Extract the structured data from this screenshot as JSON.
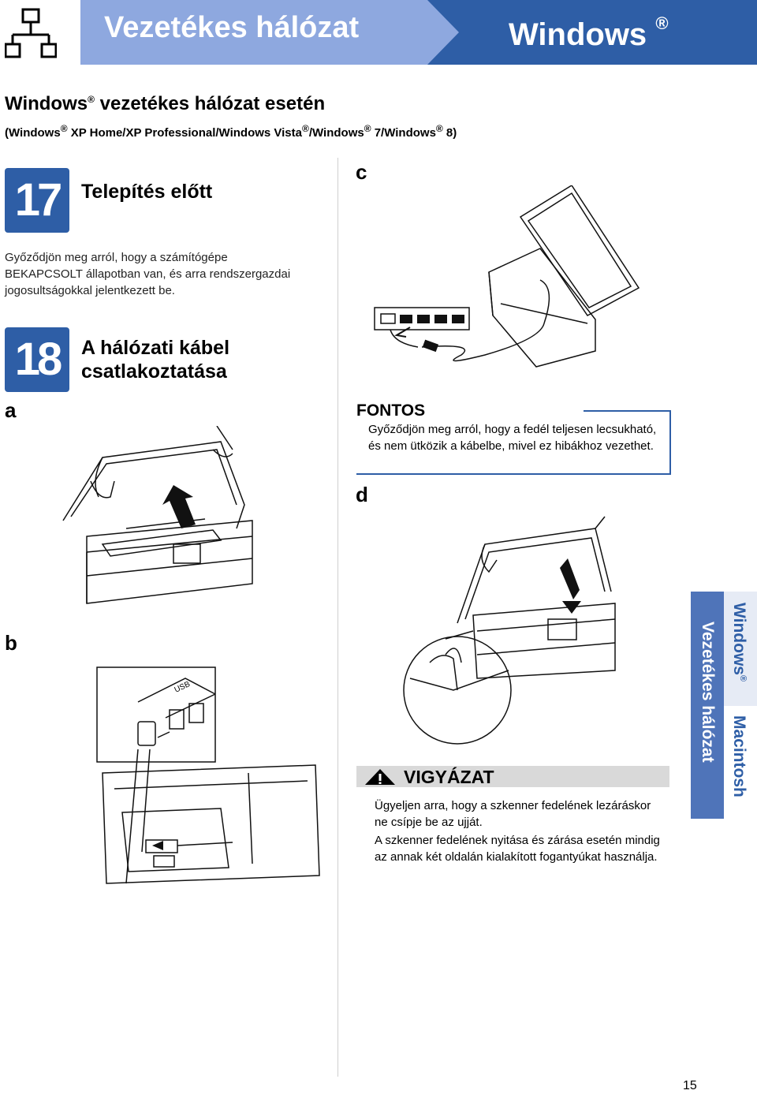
{
  "header": {
    "title": "Vezetékes hálózat",
    "os": "Windows",
    "reg": "®",
    "colors": {
      "dark": "#2e5ea6",
      "light": "#8ea8df"
    }
  },
  "section": {
    "title_pre": "Windows",
    "title_post": " vezetékes hálózat esetén",
    "subtitle_parts": [
      "(Windows",
      " XP Home/XP Professional/Windows Vista",
      "/Windows",
      " 7/Windows",
      " 8)"
    ]
  },
  "step17": {
    "number": "17",
    "title": "Telepítés előtt",
    "text": "Győződjön meg arról, hogy a számítógépe BEKAPCSOLT állapotban van, és arra rendszergazdai jogosultságokkal jelentkezett be."
  },
  "step18": {
    "number": "18",
    "title": "A hálózati kábel csatlakoztatása",
    "sub_a": "a",
    "sub_b": "b",
    "sub_c": "c",
    "sub_d": "d"
  },
  "fontos": {
    "label": "FONTOS",
    "text": "Győződjön meg arról, hogy a fedél teljesen lecsukható, és nem ütközik a kábelbe, mivel ez hibákhoz vezethet."
  },
  "caution": {
    "label": "VIGYÁZAT",
    "text1": "Ügyeljen arra, hogy a szkenner fedelének lezáráskor ne csípje be az ujját.",
    "text2": "A szkenner fedelének nyitása és zárása esetén mindig az annak két oldalán kialakított fogantyúkat használja."
  },
  "side_tab": {
    "line1": "Windows",
    "line2": "Vezetékes hálózat",
    "line3": "Macintosh"
  },
  "illustration_labels": {
    "usb": "USB"
  },
  "page_number": "15"
}
